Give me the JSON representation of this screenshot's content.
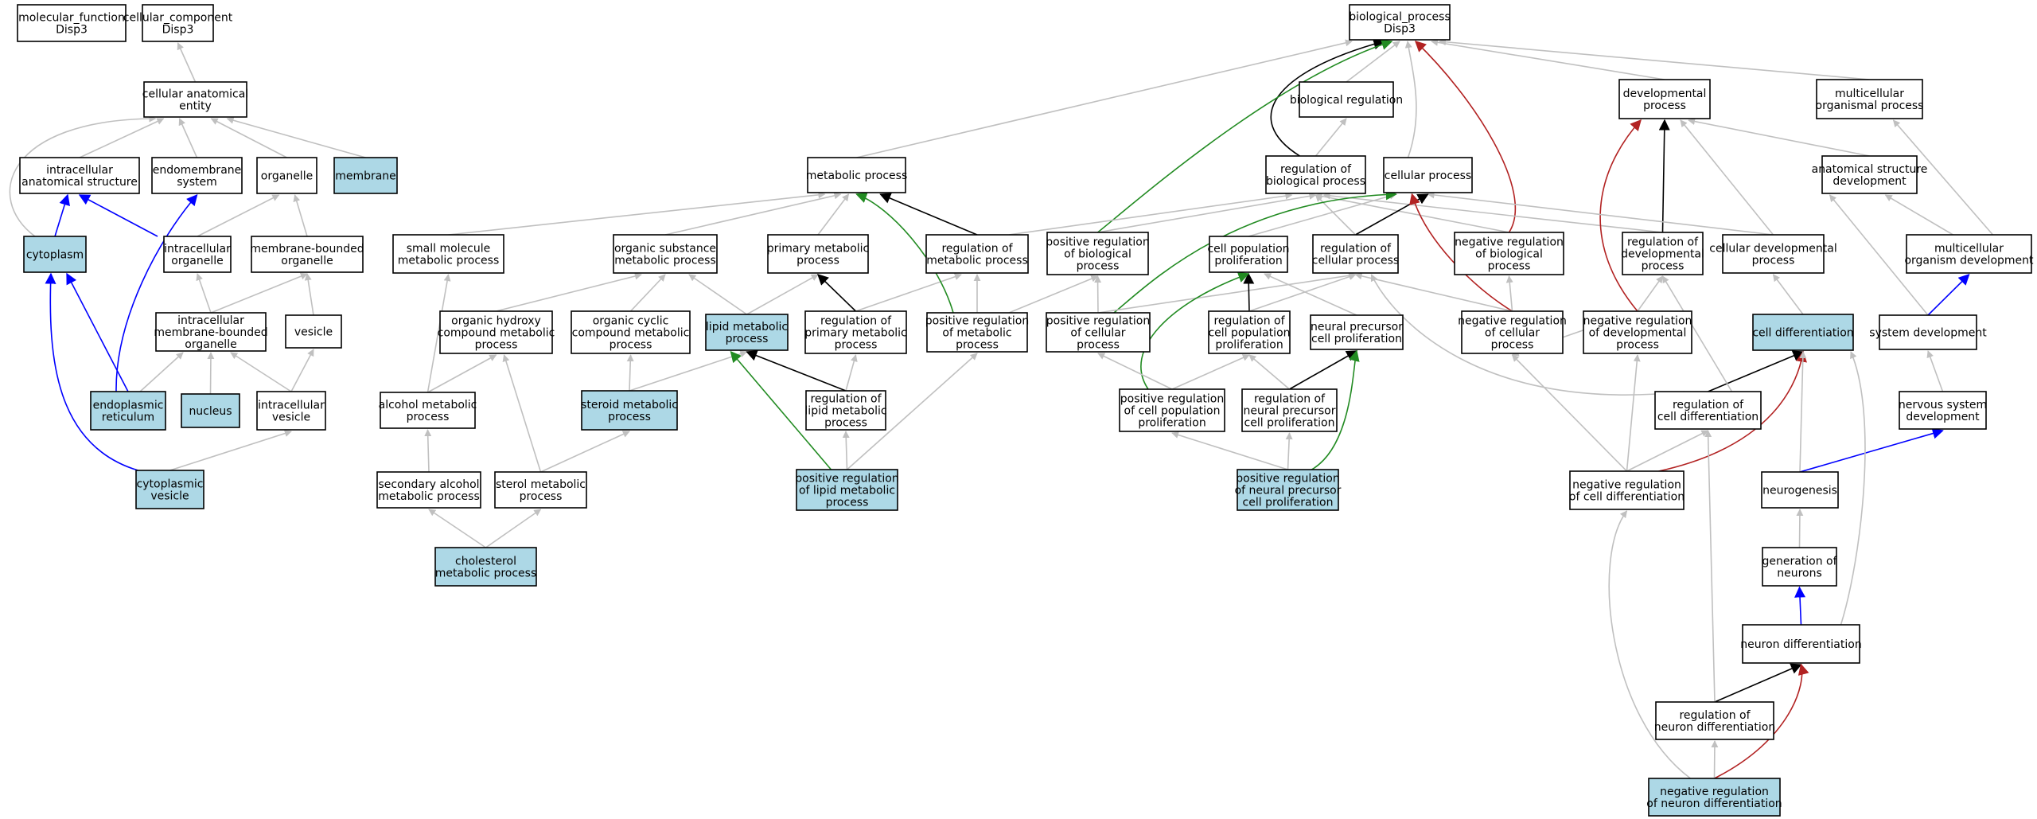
{
  "colors": {
    "highlight_fill": "#add8e6",
    "plain_fill": "#ffffff",
    "is_a": "#c0c0c0",
    "part_of": "#0000ff",
    "regulates": "#000000",
    "positively_regulates": "#228b22",
    "negatively_regulates": "#b22222"
  },
  "nodes": {
    "mf": [
      "molecular_function",
      "Disp3"
    ],
    "cc": [
      "cellular_component",
      "Disp3"
    ],
    "bp": [
      "biological_process",
      "Disp3"
    ],
    "cae": [
      "cellular anatomical",
      "entity"
    ],
    "ias": [
      "intracellular",
      "anatomical structure"
    ],
    "endo": [
      "endomembrane",
      "system"
    ],
    "org": [
      "organelle"
    ],
    "mem": [
      "membrane"
    ],
    "cyto": [
      "cytoplasm"
    ],
    "io": [
      "intracellular",
      "organelle"
    ],
    "mbo": [
      "membrane-bounded",
      "organelle"
    ],
    "imbo": [
      "intracellular",
      "membrane-bounded",
      "organelle"
    ],
    "ves": [
      "vesicle"
    ],
    "er": [
      "endoplasmic",
      "reticulum"
    ],
    "nuc": [
      "nucleus"
    ],
    "iv": [
      "intracellular",
      "vesicle"
    ],
    "cv": [
      "cytoplasmic",
      "vesicle"
    ],
    "breg": [
      "biological regulation"
    ],
    "dev": [
      "developmental",
      "process"
    ],
    "mop": [
      "multicellular",
      "organismal process"
    ],
    "metp": [
      "metabolic process"
    ],
    "rbp": [
      "regulation of",
      "biological process"
    ],
    "cp": [
      "cellular process"
    ],
    "asd": [
      "anatomical structure",
      "development"
    ],
    "smmp": [
      "small molecule",
      "metabolic process"
    ],
    "osmp": [
      "organic substance",
      "metabolic process"
    ],
    "pmp": [
      "primary metabolic",
      "process"
    ],
    "rmp": [
      "regulation of",
      "metabolic process"
    ],
    "prbp": [
      "positive regulation",
      "of biological",
      "process"
    ],
    "cpp": [
      "cell population",
      "proliferation"
    ],
    "rcp": [
      "regulation of",
      "cellular process"
    ],
    "nrbp": [
      "negative regulation",
      "of biological",
      "process"
    ],
    "rdp": [
      "regulation of",
      "developmental",
      "process"
    ],
    "cdp": [
      "cellular developmental",
      "process"
    ],
    "mod": [
      "multicellular",
      "organism development"
    ],
    "ohcmp": [
      "organic hydroxy",
      "compound metabolic",
      "process"
    ],
    "occmp": [
      "organic cyclic",
      "compound metabolic",
      "process"
    ],
    "lmp": [
      "lipid metabolic",
      "process"
    ],
    "rpmp": [
      "regulation of",
      "primary metabolic",
      "process"
    ],
    "prmp": [
      "positive regulation",
      "of metabolic",
      "process"
    ],
    "prcp": [
      "positive regulation",
      "of cellular",
      "process"
    ],
    "rcpp": [
      "regulation of",
      "cell population",
      "proliferation"
    ],
    "npcp": [
      "neural precursor",
      "cell proliferation"
    ],
    "nrcp": [
      "negative regulation",
      "of cellular",
      "process"
    ],
    "nrdp": [
      "negative regulation",
      "of developmental",
      "process"
    ],
    "cd": [
      "cell differentiation"
    ],
    "sd": [
      "system development"
    ],
    "amp": [
      "alcohol metabolic",
      "process"
    ],
    "stmp": [
      "steroid metabolic",
      "process"
    ],
    "rlmp": [
      "regulation of",
      "lipid metabolic",
      "process"
    ],
    "prcpp": [
      "positive regulation",
      "of cell population",
      "proliferation"
    ],
    "rnpcp": [
      "regulation of",
      "neural precursor",
      "cell proliferation"
    ],
    "rcd": [
      "regulation of",
      "cell differentiation"
    ],
    "nsd": [
      "nervous system",
      "development"
    ],
    "samp": [
      "secondary alcohol",
      "metabolic process"
    ],
    "sterol": [
      "sterol metabolic",
      "process"
    ],
    "prlmp": [
      "positive regulation",
      "of lipid metabolic",
      "process"
    ],
    "prnpcp": [
      "positive regulation",
      "of neural precursor",
      "cell proliferation"
    ],
    "nrcd": [
      "negative regulation",
      "of cell differentiation"
    ],
    "neurog": [
      "neurogenesis"
    ],
    "chol": [
      "cholesterol",
      "metabolic process"
    ],
    "gon": [
      "generation of",
      "neurons"
    ],
    "nd": [
      "neuron differentiation"
    ],
    "rnd": [
      "regulation of",
      "neuron differentiation"
    ],
    "nrnd": [
      "negative regulation",
      "of neuron differentiation"
    ]
  }
}
